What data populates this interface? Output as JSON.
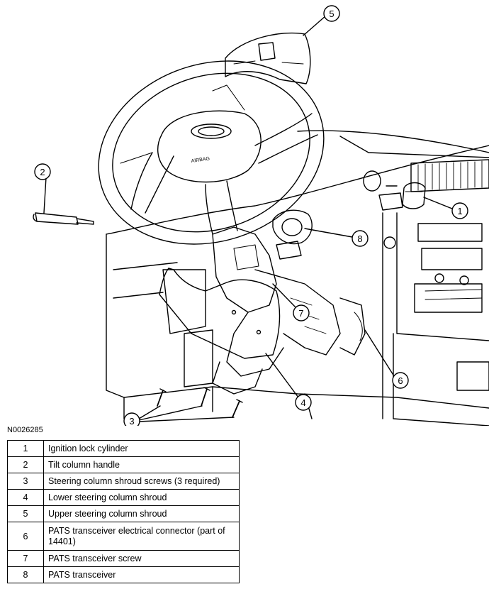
{
  "figure_id": "N0026285",
  "callouts": [
    "1",
    "2",
    "3",
    "4",
    "5",
    "6",
    "7",
    "8"
  ],
  "legend": [
    {
      "num": "1",
      "text": "Ignition lock cylinder"
    },
    {
      "num": "2",
      "text": "Tilt column handle"
    },
    {
      "num": "3",
      "text": "Steering column shroud screws (3 required)"
    },
    {
      "num": "4",
      "text": "Lower steering column shroud"
    },
    {
      "num": "5",
      "text": "Upper steering column shroud"
    },
    {
      "num": "6",
      "text": "PATS transceiver electrical connector (part of 14401)"
    },
    {
      "num": "7",
      "text": "PATS transceiver screw"
    },
    {
      "num": "8",
      "text": "PATS transceiver"
    }
  ],
  "airbag_text": "AIRBAG",
  "colors": {
    "line": "#000000",
    "background": "#ffffff"
  }
}
